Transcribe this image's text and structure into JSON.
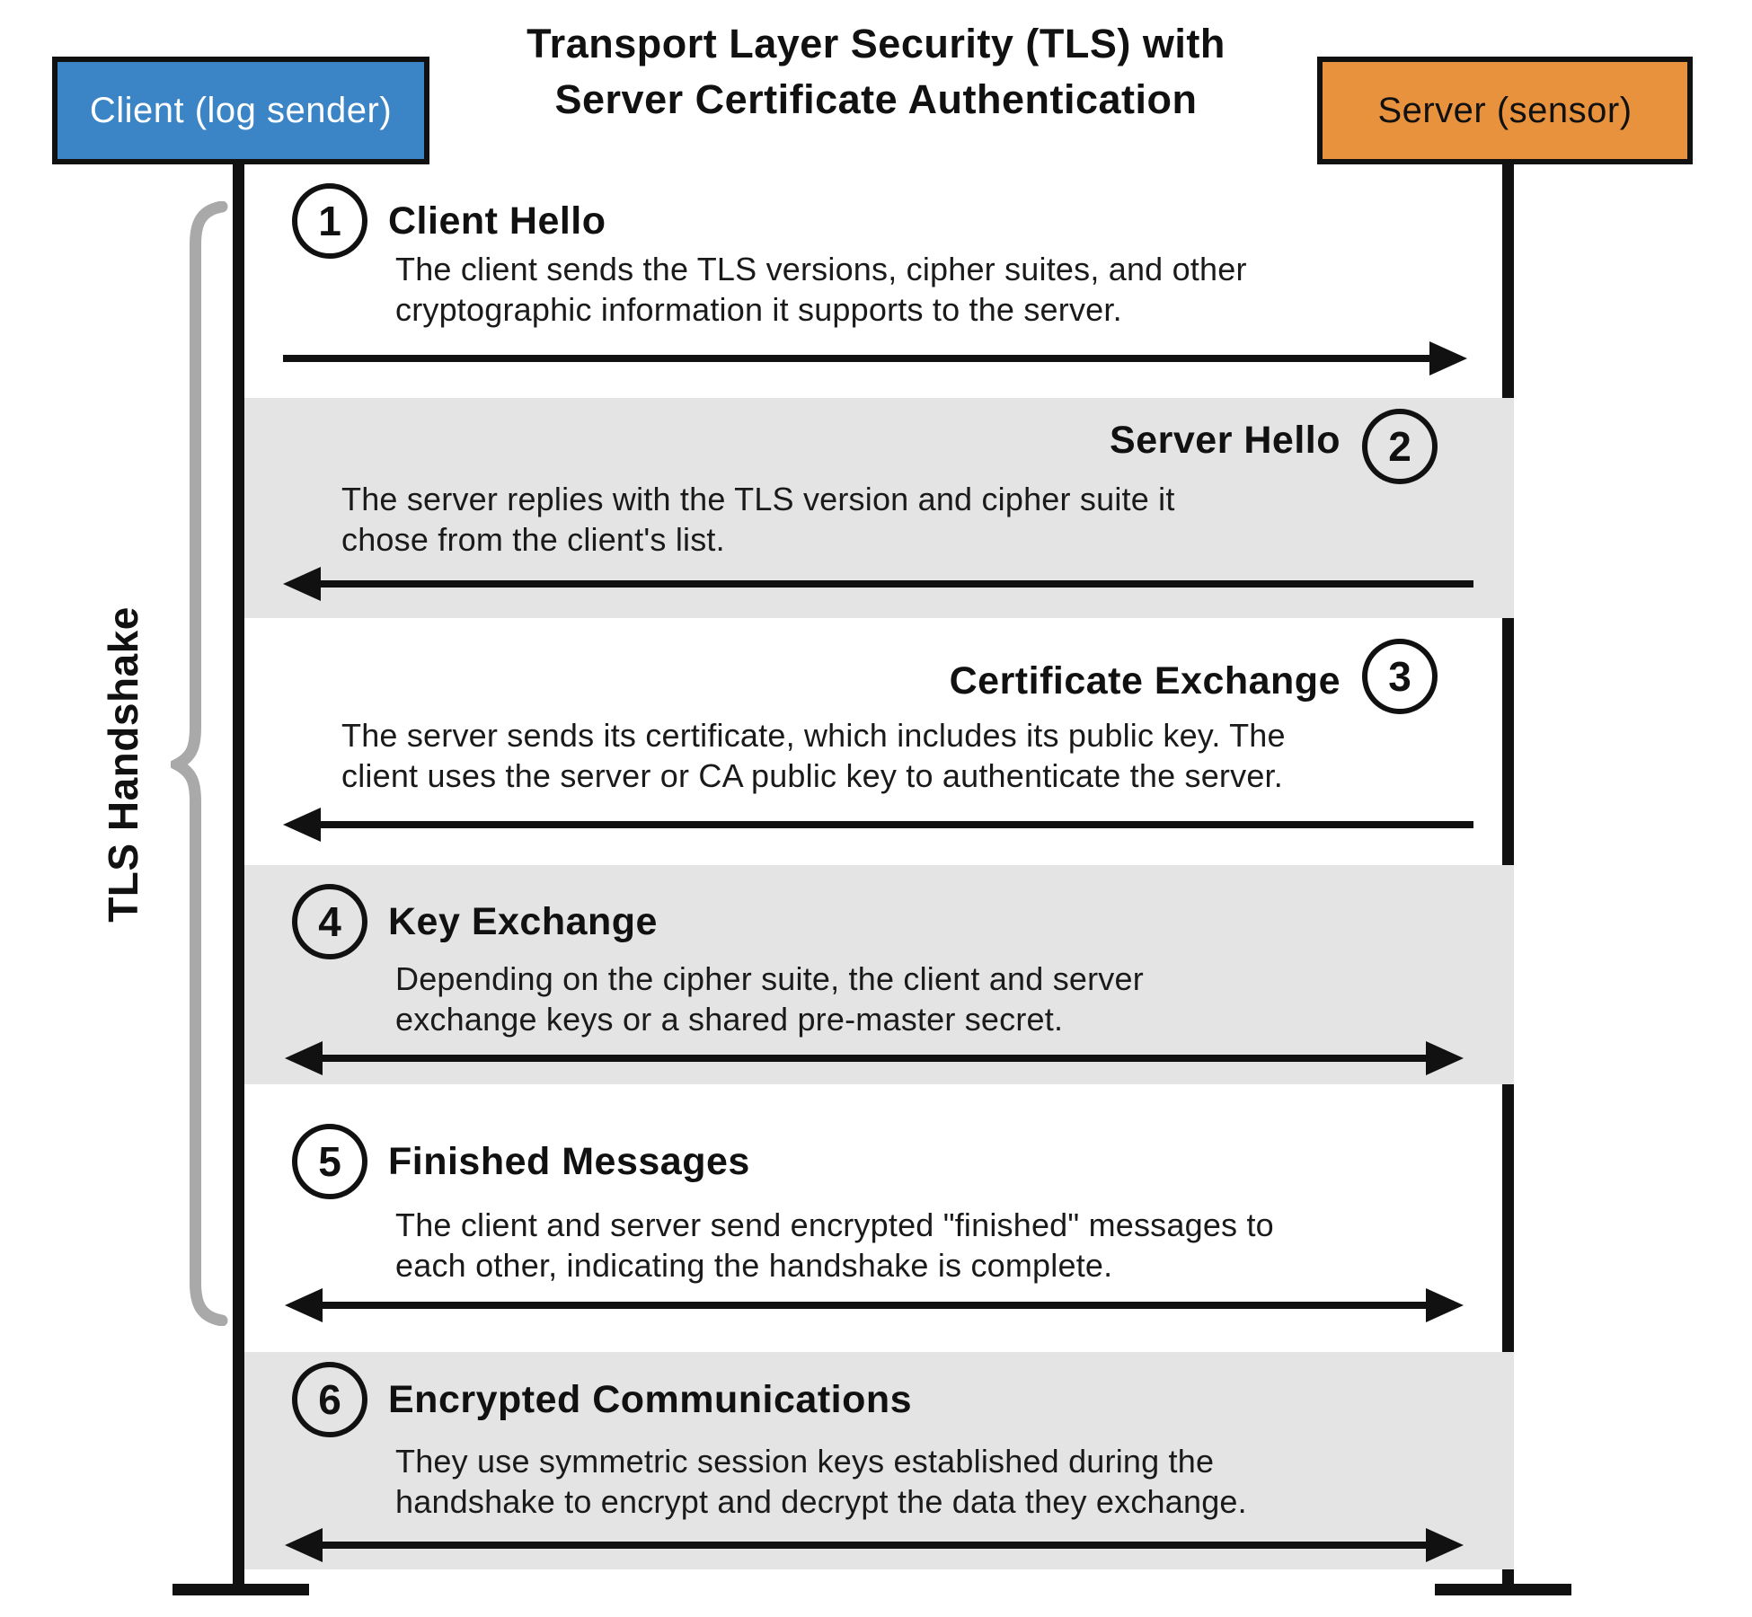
{
  "title": {
    "line1": "Transport Layer Security (TLS) with",
    "line2": "Server Certificate Authentication"
  },
  "actors": {
    "client": {
      "label": "Client (log sender)",
      "fill": "#3b85c6",
      "text_color": "#ffffff"
    },
    "server": {
      "label": "Server (sensor)",
      "fill": "#e8923d",
      "text_color": "#111111"
    }
  },
  "brace": {
    "label": "TLS Handshake",
    "color": "#a9a9a9"
  },
  "colors": {
    "band": "#e4e4e4",
    "line": "#111111",
    "background": "#ffffff"
  },
  "steps": [
    {
      "num": "1",
      "title": "Client Hello",
      "desc1": "The client sends the TLS versions, cipher suites, and other",
      "desc2": "cryptographic information it supports to the server.",
      "direction": "client-to-server",
      "shaded": false
    },
    {
      "num": "2",
      "title": "Server Hello",
      "desc1": "The server replies with the TLS version and cipher suite it",
      "desc2": "chose from the client's list.",
      "direction": "server-to-client",
      "shaded": true
    },
    {
      "num": "3",
      "title": "Certificate Exchange",
      "desc1": "The server sends its certificate, which includes its public key. The",
      "desc2": "client uses the server or CA public key to authenticate the server.",
      "direction": "server-to-client",
      "shaded": false
    },
    {
      "num": "4",
      "title": "Key Exchange",
      "desc1": "Depending on the cipher suite, the client and server",
      "desc2": "exchange keys or a shared pre-master secret.",
      "direction": "bidirectional",
      "shaded": true
    },
    {
      "num": "5",
      "title": "Finished Messages",
      "desc1": "The client and server send encrypted \"finished\" messages to",
      "desc2": "each other, indicating the handshake is complete.",
      "direction": "bidirectional",
      "shaded": false
    },
    {
      "num": "6",
      "title": "Encrypted Communications",
      "desc1": "They use symmetric session keys established during the",
      "desc2": "handshake to encrypt and decrypt the data they exchange.",
      "direction": "bidirectional",
      "shaded": true
    }
  ]
}
